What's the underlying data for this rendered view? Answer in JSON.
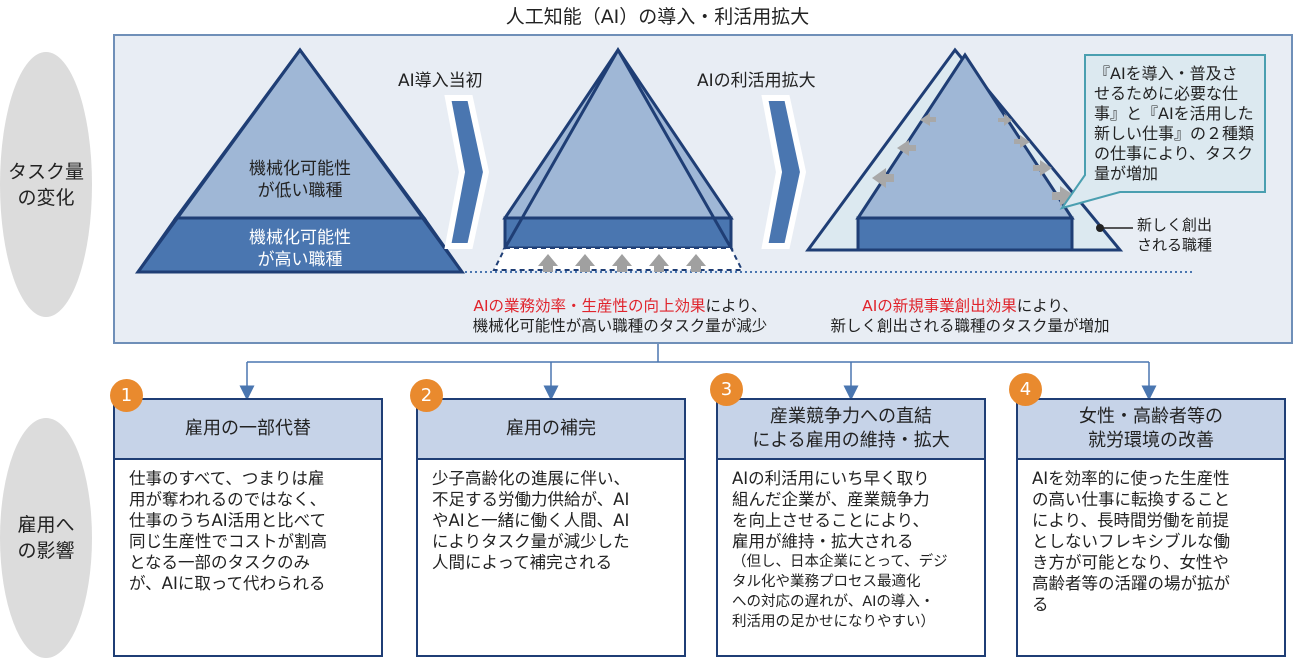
{
  "title": "人工知能（AI）の導入・利活用拡大",
  "side": {
    "task_change": "タスク量\nの変化",
    "employment_impact": "雇用へ\nの影響"
  },
  "stages": {
    "initial": "AI導入当初",
    "expansion": "AIの利活用拡大"
  },
  "pyramid": {
    "low_label": [
      "機械化可能性",
      "が低い職種"
    ],
    "high_label": [
      "機械化可能性",
      "が高い職種"
    ]
  },
  "callout": "『AIを導入・普及さ\nせるために必要な仕\n事』と『AIを活用した\n新しい仕事』の２種類\nの仕事により、タスク\n量が増加",
  "new_jobs_label": "新しく創出\nされる職種",
  "effect1": {
    "highlight": "AIの業務効率・生産性の向上効果",
    "rest1": "により、",
    "line2": "機械化可能性が高い職種のタスク量が減少"
  },
  "effect2": {
    "highlight": "AIの新規事業創出効果",
    "rest1": "により、",
    "line2": "新しく創出される職種のタスク量が増加"
  },
  "cards": [
    {
      "num": "1",
      "head": "雇用の一部代替",
      "body": "仕事のすべて、つまりは雇\n用が奪われるのではなく、\n仕事のうちAI活用と比べて\n同じ生産性でコストが割高\nとなる一部のタスクのみ\nが、AIに取って代わられる"
    },
    {
      "num": "2",
      "head": "雇用の補完",
      "body": "少子高齢化の進展に伴い、\n不足する労働力供給が、AI\nやAIと一緒に働く人間、AI\nによりタスク量が減少した\n人間によって補完される"
    },
    {
      "num": "3",
      "head": "産業競争力への直結\nによる雇用の維持・拡大",
      "body": "AIの利活用にいち早く取り\n組んだ企業が、産業競争力\nを向上させることにより、\n雇用が維持・拡大される",
      "note": "（但し、日本企業にとって、デジ\nタル化や業務プロセス最適化\nへの対応の遅れが、AIの導入・\n利活用の足かせになりやすい）"
    },
    {
      "num": "4",
      "head": "女性・高齢者等の\n就労環境の改善",
      "body": "AIを効率的に使った生産性\nの高い仕事に転換すること\nにより、長時間労働を前提\nとしないフレキシブルな働\nき方が可能となり、女性や\n高齢者等の活躍の場が拡が\nる"
    }
  ],
  "colors": {
    "accent_red": "#e0242c",
    "pyramid_light": "#9fb7d6",
    "pyramid_dark": "#4a76b0",
    "navy": "#1f3e75",
    "badge": "#e98a2e"
  }
}
